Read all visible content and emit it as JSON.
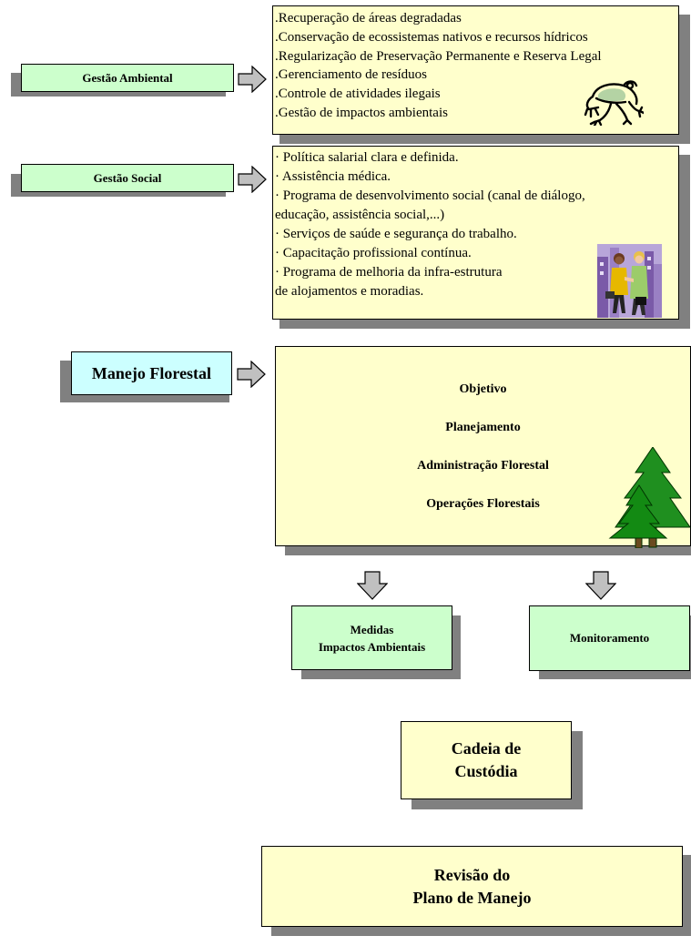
{
  "ambiental": {
    "label": "Gestão Ambiental",
    "items": [
      ".Recuperação de áreas degradadas",
      ".Conservação de ecossistemas nativos e recursos hídricos",
      ".Regularização de Preservação Permanente e Reserva Legal",
      ".Gerenciamento de resíduos",
      ".Controle de atividades ilegais",
      ".Gestão de impactos ambientais"
    ],
    "icon": "frog-icon"
  },
  "social": {
    "label": "Gestão Social",
    "items": [
      "· Política salarial clara e definida.",
      "· Assistência médica.",
      "· Programa de desenvolvimento social (canal de diálogo,",
      "educação, assistência social,...)",
      "· Serviços de saúde e segurança do trabalho.",
      "· Capacitação profissional contínua.",
      "· Programa de melhoria da infra-estrutura",
      "de alojamentos e moradias."
    ],
    "icon": "handshake-icon"
  },
  "manejo": {
    "label": "Manejo Florestal",
    "items": [
      "Objetivo",
      "Planejamento",
      "Administração Florestal",
      "Operações Florestais"
    ],
    "icon": "pine-trees-icon"
  },
  "medidas": {
    "line1": "Medidas",
    "line2": "Impactos Ambientais"
  },
  "monitoramento": {
    "label": "Monitoramento"
  },
  "cadeia": {
    "line1": "Cadeia de",
    "line2": "Custódia"
  },
  "revisao": {
    "line1": "Revisão do",
    "line2": "Plano de Manejo"
  },
  "colors": {
    "green": "#ccffcc",
    "yellow": "#ffffcc",
    "cyan": "#ccffff",
    "shadow": "#808080",
    "arrow": "#c0c0c0"
  }
}
